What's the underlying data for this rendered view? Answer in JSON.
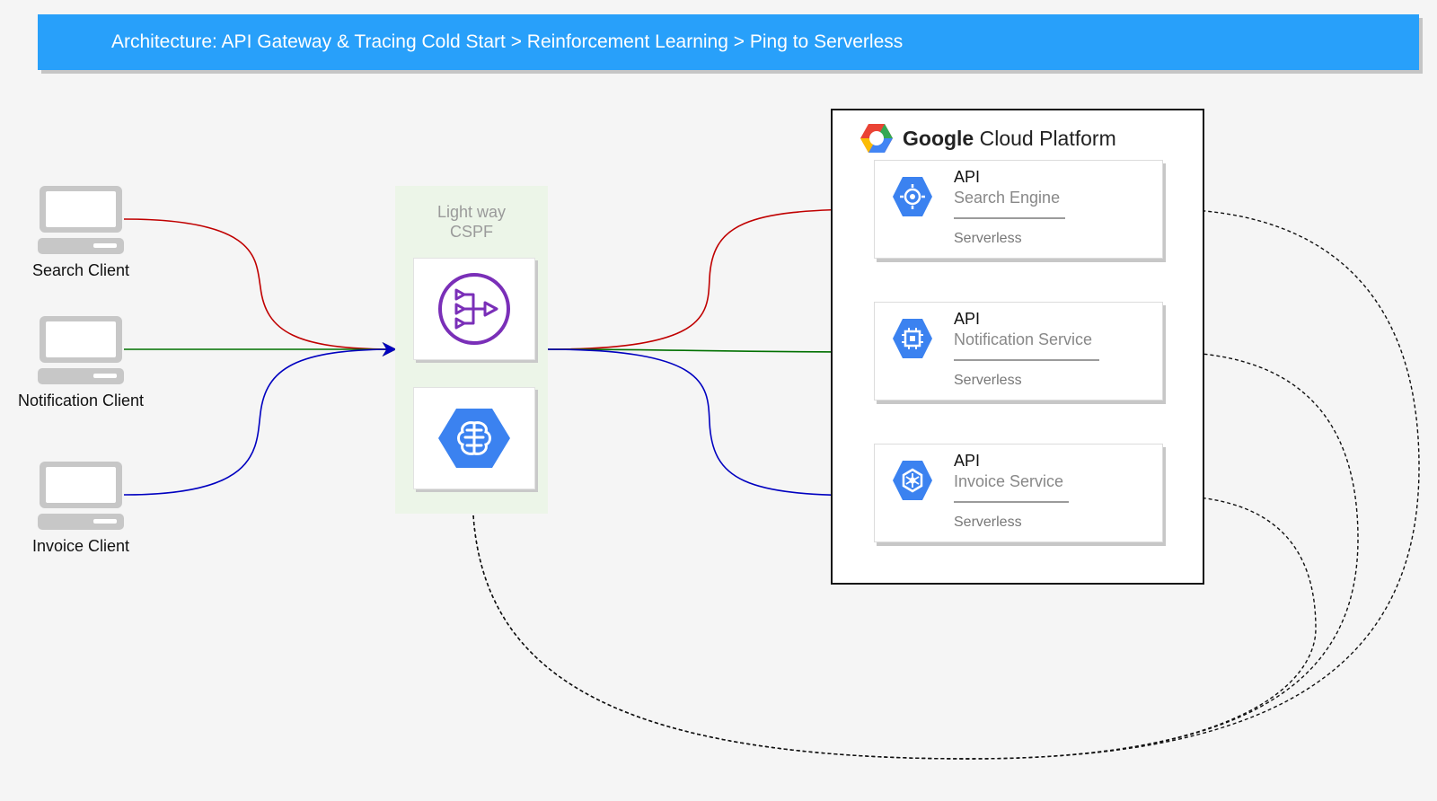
{
  "banner": {
    "title": "Architecture: API Gateway & Tracing Cold Start > Reinforcement Learning > Ping to Serverless",
    "color": "#28a0fa"
  },
  "clients": [
    {
      "label": "Search Client",
      "icon": "laptop-icon",
      "color": "#c00000"
    },
    {
      "label": "Notification Client",
      "icon": "laptop-icon",
      "color": "#007000"
    },
    {
      "label": "Invoice Client",
      "icon": "laptop-icon",
      "color": "#0000c0"
    }
  ],
  "cspf": {
    "label_line1": "Light way",
    "label_line2": "CSPF",
    "icons": [
      "api-gateway-router-icon",
      "cloud-machine-learning-brain-icon"
    ]
  },
  "gcp": {
    "brand": "Google",
    "rest": "Cloud Platform",
    "logo": "google-cloud-hexagon-logo"
  },
  "services": [
    {
      "api_label": "API",
      "name": "Search Engine",
      "type": "Serverless",
      "icon": "search-engine-icon"
    },
    {
      "api_label": "API",
      "name": "Notification Service",
      "type": "Serverless",
      "icon": "compute-chip-icon"
    },
    {
      "api_label": "API",
      "name": "Invoice Service",
      "type": "Serverless",
      "icon": "kubernetes-function-icon"
    }
  ]
}
